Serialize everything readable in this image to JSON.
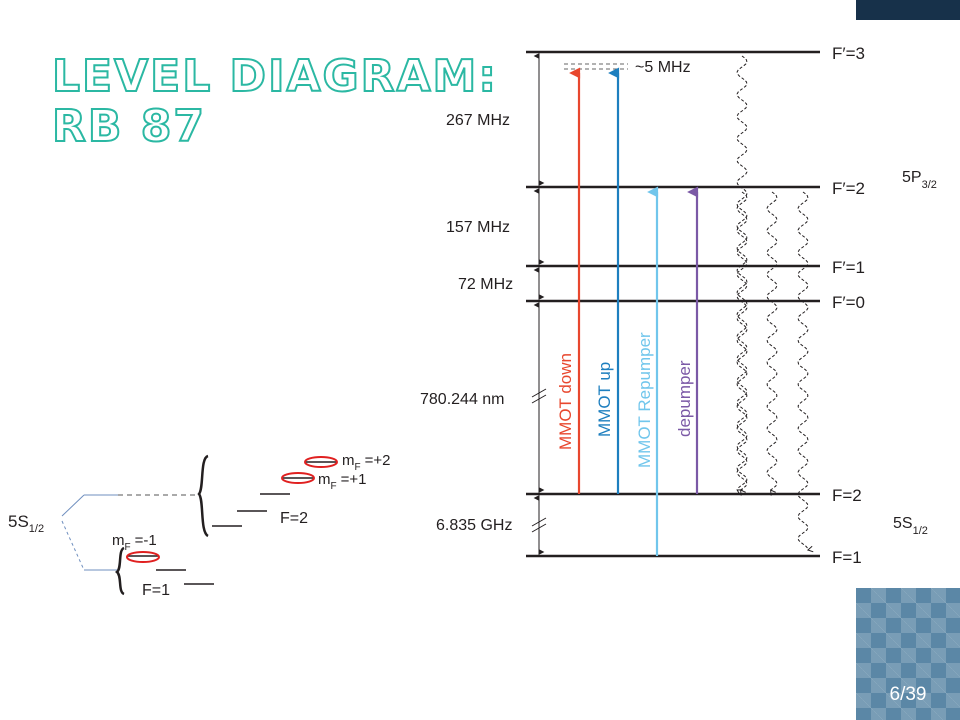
{
  "slide": {
    "title_line1": "Level Diagram:",
    "title_line2": "Rb 87",
    "page": "6/39"
  },
  "levels": {
    "f3": "F′=3",
    "f2p": "F′=2",
    "f1p": "F′=1",
    "f0p": "F′=0",
    "f2": "F=2",
    "f1": "F=1"
  },
  "states": {
    "excited_main": "5P",
    "excited_sub": "3/2",
    "ground_main": "5S",
    "ground_sub": "1/2"
  },
  "spacings": {
    "s267": "267 MHz",
    "s157": "157 MHz",
    "s72": "72 MHz",
    "s780": "780.244 nm",
    "s6835": "6.835 GHz",
    "detuning": "~5 MHz"
  },
  "beams": {
    "down": "MMOT  down",
    "up": "MMOT  up",
    "repumper": "MMOT Repumper",
    "depumper": "depumper"
  },
  "zeeman": {
    "ground_main": "5S",
    "ground_sub": "1/2",
    "f2": "F=2",
    "f1": "F=1",
    "m_letter": "m",
    "m_sub": "F",
    "mp2": "=+2",
    "mp1": "=+1",
    "mm1": "=-1"
  },
  "colors": {
    "down": "#e8472e",
    "up": "#1e7fbf",
    "repumper": "#71c6ec",
    "depumper": "#7b59a6",
    "title": "#2bb8a3",
    "state_ring": "#e02020",
    "link_line": "#6f8fbf"
  }
}
